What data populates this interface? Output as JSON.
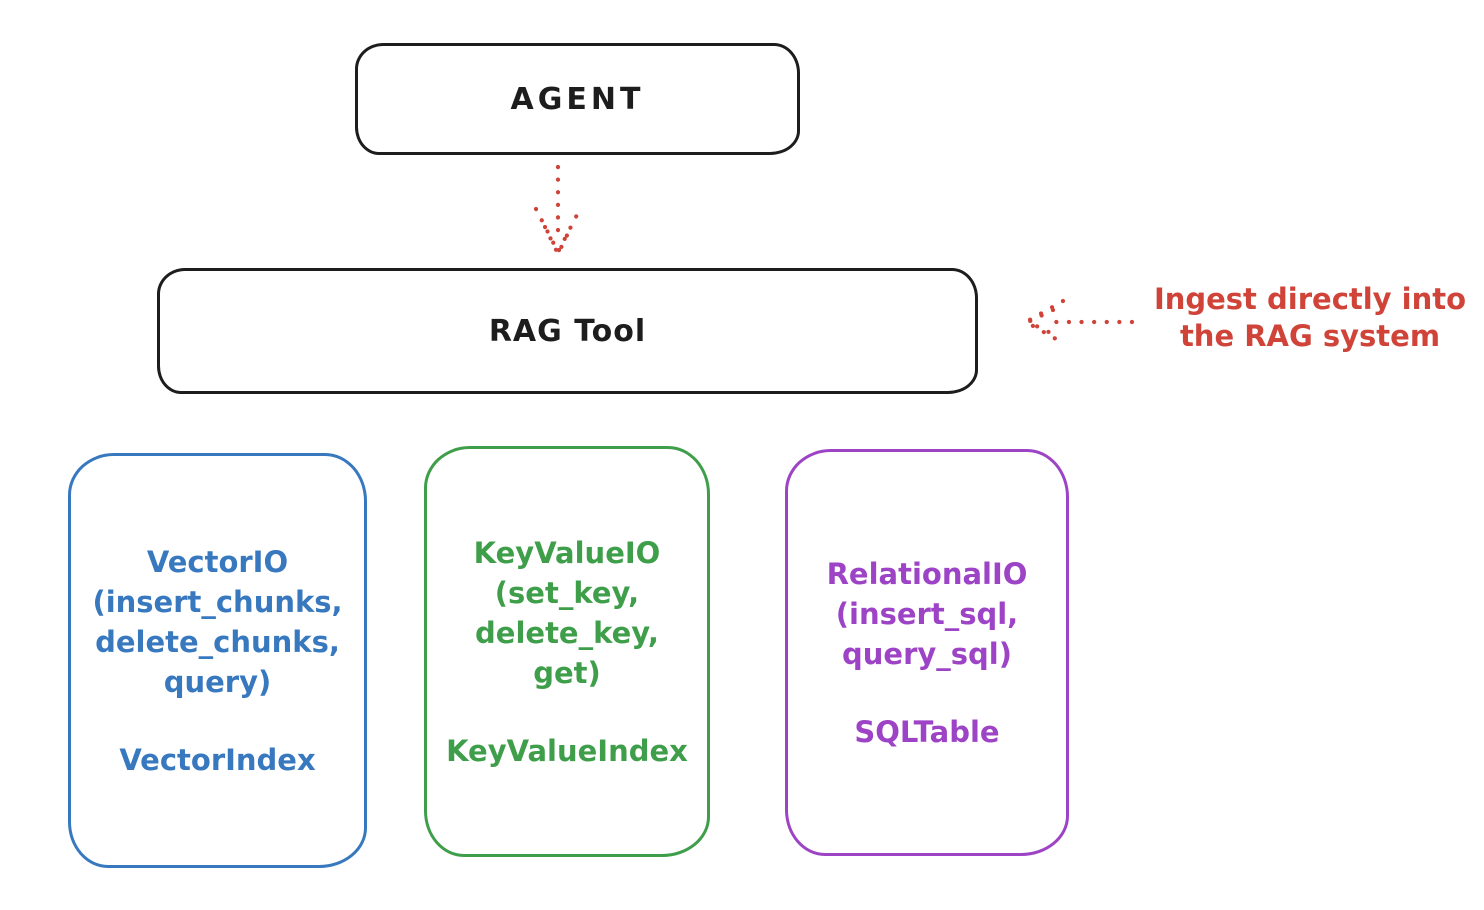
{
  "colors": {
    "ink": "#1d1d1d",
    "red": "#cf4338",
    "blue": "#3778bf",
    "green": "#3f9e4a",
    "purple": "#9d43c6",
    "background": "#ffffff"
  },
  "nodes": {
    "agent": {
      "label": "AGENT"
    },
    "rag_tool": {
      "label": "RAG Tool"
    },
    "vector_io": {
      "lines": [
        "VectorIO",
        "(insert_chunks,",
        "delete_chunks,",
        "query)"
      ],
      "index_label": "VectorIndex",
      "color": "#3778bf"
    },
    "key_value_io": {
      "lines": [
        "KeyValueIO",
        "(set_key,",
        "delete_key, get)"
      ],
      "index_label": "KeyValueIndex",
      "color": "#3f9e4a"
    },
    "relational_io": {
      "lines": [
        "RelationalIO",
        "(insert_sql,",
        "query_sql)"
      ],
      "index_label": "SQLTable",
      "color": "#9d43c6"
    }
  },
  "annotation": {
    "lines": [
      "Ingest directly into",
      "the RAG system"
    ],
    "color": "#cf4338"
  },
  "arrows": [
    {
      "name": "agent-to-rag-tool",
      "style": "dotted",
      "color": "#cf4338",
      "from": "agent",
      "to": "rag_tool",
      "direction": "down"
    },
    {
      "name": "annotation-to-rag-tool",
      "style": "dotted",
      "color": "#cf4338",
      "from": "annotation",
      "to": "rag_tool",
      "direction": "left"
    }
  ]
}
